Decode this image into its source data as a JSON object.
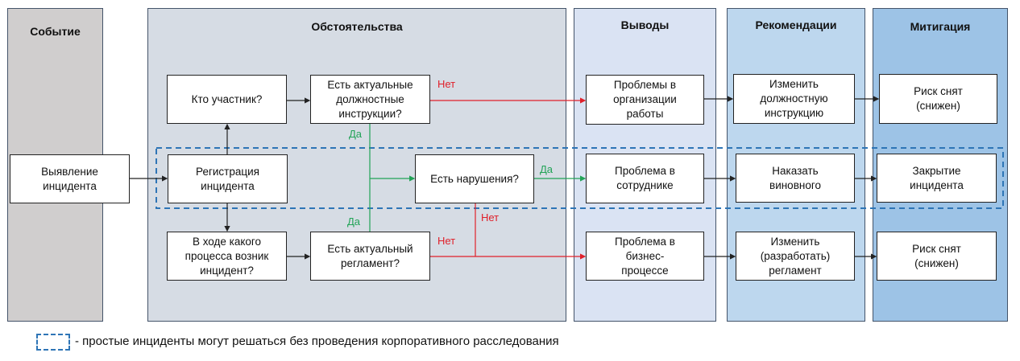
{
  "columns": [
    {
      "title": "Событие",
      "color": "#d0cece"
    },
    {
      "title": "Обстоятельства",
      "color": "#d6dce4"
    },
    {
      "title": "Выводы",
      "color": "#dae3f3"
    },
    {
      "title": "Рекомендации",
      "color": "#bdd7ee"
    },
    {
      "title": "Митигация",
      "color": "#9dc3e6"
    }
  ],
  "boxes": {
    "detect": "Выявление\nинцидента",
    "who": "Кто участник?",
    "job_instr": "Есть актуальные\nдолжностные\nинструкции?",
    "register": "Регистрация\nинцидента",
    "violations": "Есть нарушения?",
    "process": "В ходе какого\nпроцесса возник\nинцидент?",
    "regulation": "Есть актуальный\nрегламент?",
    "org_problem": "Проблемы в\nорганизации\nработы",
    "employee_problem": "Проблема в\nсотруднике",
    "process_problem": "Проблема в\nбизнес-\nпроцессе",
    "change_instr": "Изменить\nдолжностную\nинструкцию",
    "punish": "Наказать\nвиновного",
    "change_reg": "Изменить\n(разработать)\nрегламент",
    "risk1": "Риск снят\n(снижен)",
    "close": "Закрытие\nинцидента",
    "risk2": "Риск снят\n(снижен)"
  },
  "labels": {
    "yes": "Да",
    "no": "Нет"
  },
  "legend": "- простые инциденты могут решаться без проведения корпоративного расследования",
  "colors": {
    "yes": "#21a356",
    "no": "#e0202a",
    "dashed": "#2e75b6"
  }
}
